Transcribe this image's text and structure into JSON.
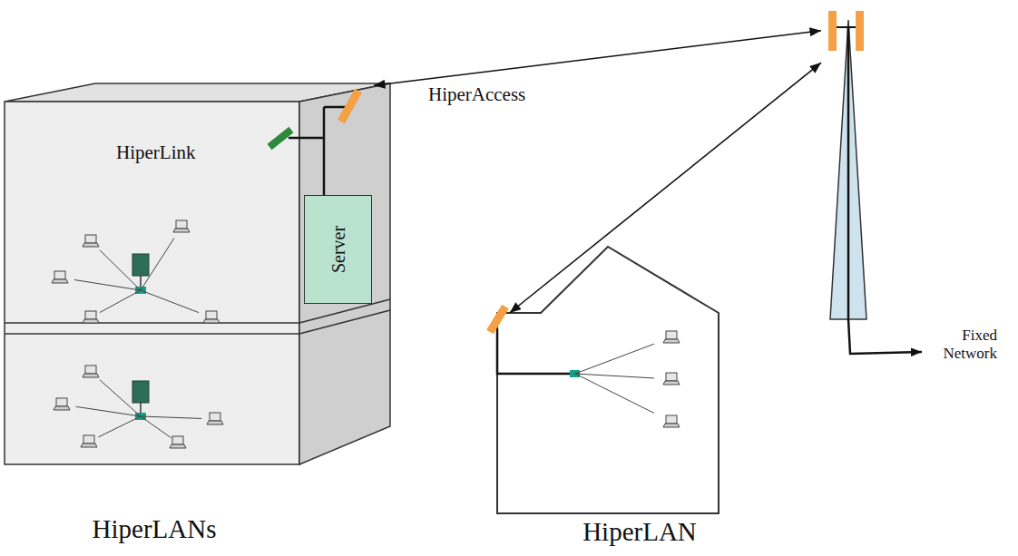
{
  "diagram": {
    "nodes": [
      {
        "text": [
          "HiperLANs"
        ]
      },
      {
        "text": [
          "Server"
        ],
        "in": 0
      },
      {
        "text": [
          "HiperLAN"
        ]
      },
      {
        "text": [
          "Fixed Network"
        ]
      }
    ],
    "edges": [
      {
        "from": 0,
        "to": 3,
        "label": "HiperAccess",
        "arrow": "both"
      },
      {
        "from": 2,
        "to": 3,
        "arrow": "both"
      }
    ],
    "labels": [
      "HiperLink"
    ]
  }
}
